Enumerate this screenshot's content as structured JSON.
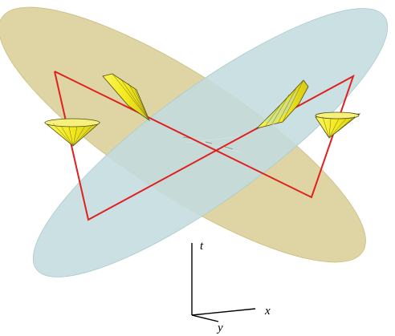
{
  "axes": {
    "t_label": "t",
    "x_label": "x",
    "y_label": "y"
  },
  "colors": {
    "background": "#ffffff",
    "plane_tan": "#d8cc92",
    "plane_blue": "#bcd8db",
    "cone_yellow": "#f5ee2e",
    "cone_edge": "#4a4a1a",
    "path_red": "#e0201f",
    "axis": "#000000"
  }
}
